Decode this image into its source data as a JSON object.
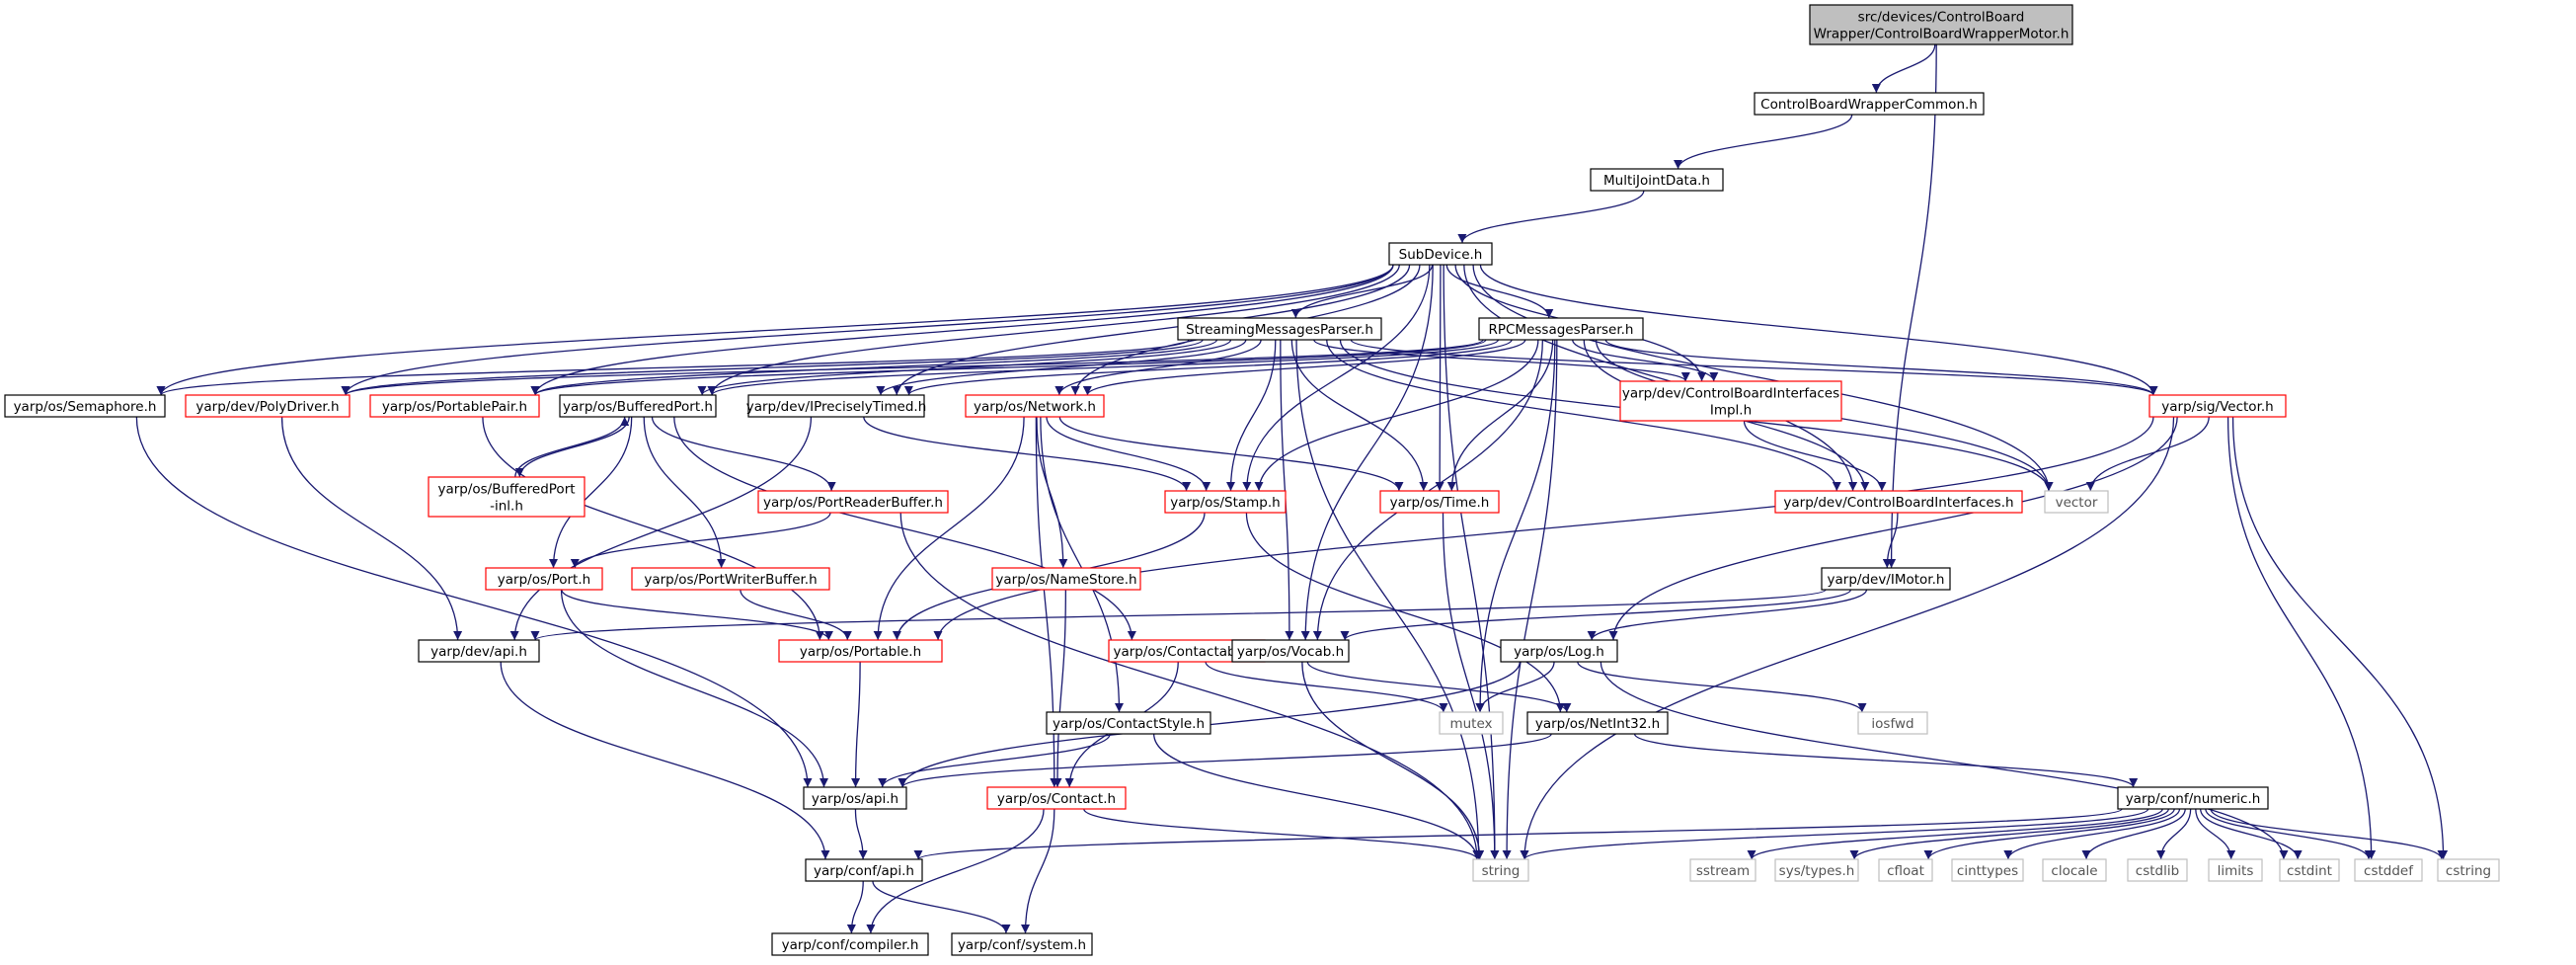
{
  "diagram": {
    "colors": {
      "background": "#ffffff",
      "edge": "#191970",
      "root_fill": "#bfbfbf",
      "normal_border": "#000000",
      "truncated_border": "#ff0000",
      "system_border": "#bfbfbf",
      "text": "#000000"
    },
    "nodes": [
      {
        "id": "root",
        "lines": [
          "src/devices/ControlBoard",
          "Wrapper/ControlBoardWrapperMotor.h"
        ],
        "kind": "root"
      },
      {
        "id": "cbwc",
        "lines": [
          "ControlBoardWrapperCommon.h"
        ],
        "kind": "normal"
      },
      {
        "id": "mjd",
        "lines": [
          "MultiJointData.h"
        ],
        "kind": "normal"
      },
      {
        "id": "subdev",
        "lines": [
          "SubDevice.h"
        ],
        "kind": "normal"
      },
      {
        "id": "smp",
        "lines": [
          "StreamingMessagesParser.h"
        ],
        "kind": "normal"
      },
      {
        "id": "rpcmp",
        "lines": [
          "RPCMessagesParser.h"
        ],
        "kind": "normal"
      },
      {
        "id": "sem",
        "lines": [
          "yarp/os/Semaphore.h"
        ],
        "kind": "normal"
      },
      {
        "id": "poly",
        "lines": [
          "yarp/dev/PolyDriver.h"
        ],
        "kind": "truncated"
      },
      {
        "id": "ppair",
        "lines": [
          "yarp/os/PortablePair.h"
        ],
        "kind": "truncated"
      },
      {
        "id": "bport",
        "lines": [
          "yarp/os/BufferedPort.h"
        ],
        "kind": "normal"
      },
      {
        "id": "ipt",
        "lines": [
          "yarp/dev/IPreciselyTimed.h"
        ],
        "kind": "normal"
      },
      {
        "id": "net",
        "lines": [
          "yarp/os/Network.h"
        ],
        "kind": "truncated"
      },
      {
        "id": "cbii",
        "lines": [
          "yarp/dev/ControlBoardInterfaces",
          "Impl.h"
        ],
        "kind": "truncated"
      },
      {
        "id": "svec",
        "lines": [
          "yarp/sig/Vector.h"
        ],
        "kind": "truncated"
      },
      {
        "id": "bpinl",
        "lines": [
          "yarp/os/BufferedPort",
          "-inl.h"
        ],
        "kind": "truncated"
      },
      {
        "id": "prb",
        "lines": [
          "yarp/os/PortReaderBuffer.h"
        ],
        "kind": "truncated"
      },
      {
        "id": "stamp",
        "lines": [
          "yarp/os/Stamp.h"
        ],
        "kind": "truncated"
      },
      {
        "id": "time",
        "lines": [
          "yarp/os/Time.h"
        ],
        "kind": "truncated"
      },
      {
        "id": "cbi",
        "lines": [
          "yarp/dev/ControlBoardInterfaces.h"
        ],
        "kind": "truncated"
      },
      {
        "id": "vector",
        "lines": [
          "vector"
        ],
        "kind": "system"
      },
      {
        "id": "port",
        "lines": [
          "yarp/os/Port.h"
        ],
        "kind": "truncated"
      },
      {
        "id": "pwb",
        "lines": [
          "yarp/os/PortWriterBuffer.h"
        ],
        "kind": "truncated"
      },
      {
        "id": "nstore",
        "lines": [
          "yarp/os/NameStore.h"
        ],
        "kind": "truncated"
      },
      {
        "id": "imotor",
        "lines": [
          "yarp/dev/IMotor.h"
        ],
        "kind": "normal"
      },
      {
        "id": "devapi",
        "lines": [
          "yarp/dev/api.h"
        ],
        "kind": "normal"
      },
      {
        "id": "portable",
        "lines": [
          "yarp/os/Portable.h"
        ],
        "kind": "truncated"
      },
      {
        "id": "ctable",
        "lines": [
          "yarp/os/Contactable.h"
        ],
        "kind": "truncated"
      },
      {
        "id": "vocab",
        "lines": [
          "yarp/os/Vocab.h"
        ],
        "kind": "normal"
      },
      {
        "id": "log",
        "lines": [
          "yarp/os/Log.h"
        ],
        "kind": "normal"
      },
      {
        "id": "mutex",
        "lines": [
          "mutex"
        ],
        "kind": "system"
      },
      {
        "id": "iosfwd",
        "lines": [
          "iosfwd"
        ],
        "kind": "system"
      },
      {
        "id": "cstyle",
        "lines": [
          "yarp/os/ContactStyle.h"
        ],
        "kind": "normal"
      },
      {
        "id": "netint",
        "lines": [
          "yarp/os/NetInt32.h"
        ],
        "kind": "normal"
      },
      {
        "id": "osapi",
        "lines": [
          "yarp/os/api.h"
        ],
        "kind": "normal"
      },
      {
        "id": "contact",
        "lines": [
          "yarp/os/Contact.h"
        ],
        "kind": "truncated"
      },
      {
        "id": "numeric",
        "lines": [
          "yarp/conf/numeric.h"
        ],
        "kind": "normal"
      },
      {
        "id": "confapi",
        "lines": [
          "yarp/conf/api.h"
        ],
        "kind": "normal"
      },
      {
        "id": "string",
        "lines": [
          "string"
        ],
        "kind": "system"
      },
      {
        "id": "sstream",
        "lines": [
          "sstream"
        ],
        "kind": "system"
      },
      {
        "id": "systypes",
        "lines": [
          "sys/types.h"
        ],
        "kind": "system"
      },
      {
        "id": "cfloat",
        "lines": [
          "cfloat"
        ],
        "kind": "system"
      },
      {
        "id": "cinttypes",
        "lines": [
          "cinttypes"
        ],
        "kind": "system"
      },
      {
        "id": "clocale",
        "lines": [
          "clocale"
        ],
        "kind": "system"
      },
      {
        "id": "cstdlib",
        "lines": [
          "cstdlib"
        ],
        "kind": "system"
      },
      {
        "id": "limits",
        "lines": [
          "limits"
        ],
        "kind": "system"
      },
      {
        "id": "cstdint",
        "lines": [
          "cstdint"
        ],
        "kind": "system"
      },
      {
        "id": "cstddef",
        "lines": [
          "cstddef"
        ],
        "kind": "system"
      },
      {
        "id": "cstring",
        "lines": [
          "cstring"
        ],
        "kind": "system"
      },
      {
        "id": "compiler",
        "lines": [
          "yarp/conf/compiler.h"
        ],
        "kind": "normal"
      },
      {
        "id": "system",
        "lines": [
          "yarp/conf/system.h"
        ],
        "kind": "normal"
      }
    ],
    "edges": [
      [
        "root",
        "cbwc"
      ],
      [
        "root",
        "imotor"
      ],
      [
        "cbwc",
        "mjd"
      ],
      [
        "mjd",
        "subdev"
      ],
      [
        "subdev",
        "smp"
      ],
      [
        "subdev",
        "rpcmp"
      ],
      [
        "subdev",
        "sem"
      ],
      [
        "subdev",
        "poly"
      ],
      [
        "subdev",
        "ppair"
      ],
      [
        "subdev",
        "bport"
      ],
      [
        "subdev",
        "ipt"
      ],
      [
        "subdev",
        "net"
      ],
      [
        "subdev",
        "cbii"
      ],
      [
        "subdev",
        "svec"
      ],
      [
        "subdev",
        "stamp"
      ],
      [
        "subdev",
        "time"
      ],
      [
        "subdev",
        "cbi"
      ],
      [
        "subdev",
        "vector"
      ],
      [
        "subdev",
        "vocab"
      ],
      [
        "subdev",
        "string"
      ],
      [
        "smp",
        "sem"
      ],
      [
        "smp",
        "poly"
      ],
      [
        "smp",
        "ppair"
      ],
      [
        "smp",
        "bport"
      ],
      [
        "smp",
        "ipt"
      ],
      [
        "smp",
        "net"
      ],
      [
        "smp",
        "cbii"
      ],
      [
        "smp",
        "svec"
      ],
      [
        "smp",
        "stamp"
      ],
      [
        "smp",
        "time"
      ],
      [
        "smp",
        "cbi"
      ],
      [
        "smp",
        "vector"
      ],
      [
        "smp",
        "vocab"
      ],
      [
        "smp",
        "string"
      ],
      [
        "rpcmp",
        "poly"
      ],
      [
        "rpcmp",
        "ppair"
      ],
      [
        "rpcmp",
        "bport"
      ],
      [
        "rpcmp",
        "ipt"
      ],
      [
        "rpcmp",
        "net"
      ],
      [
        "rpcmp",
        "cbii"
      ],
      [
        "rpcmp",
        "svec"
      ],
      [
        "rpcmp",
        "stamp"
      ],
      [
        "rpcmp",
        "time"
      ],
      [
        "rpcmp",
        "cbi"
      ],
      [
        "rpcmp",
        "vector"
      ],
      [
        "rpcmp",
        "vocab"
      ],
      [
        "rpcmp",
        "mutex"
      ],
      [
        "rpcmp",
        "string"
      ],
      [
        "sem",
        "osapi"
      ],
      [
        "poly",
        "devapi"
      ],
      [
        "ppair",
        "portable"
      ],
      [
        "bport",
        "bpinl"
      ],
      [
        "bpinl",
        "bport"
      ],
      [
        "bport",
        "prb"
      ],
      [
        "bport",
        "pwb"
      ],
      [
        "bport",
        "port"
      ],
      [
        "bport",
        "ctable"
      ],
      [
        "ipt",
        "stamp"
      ],
      [
        "ipt",
        "devapi"
      ],
      [
        "net",
        "stamp"
      ],
      [
        "net",
        "time"
      ],
      [
        "net",
        "portable"
      ],
      [
        "net",
        "nstore"
      ],
      [
        "net",
        "contact"
      ],
      [
        "net",
        "cstyle"
      ],
      [
        "cbii",
        "cbi"
      ],
      [
        "cbi",
        "imotor"
      ],
      [
        "svec",
        "vector"
      ],
      [
        "svec",
        "portable"
      ],
      [
        "svec",
        "log"
      ],
      [
        "svec",
        "cstddef"
      ],
      [
        "svec",
        "cstring"
      ],
      [
        "svec",
        "string"
      ],
      [
        "prb",
        "port"
      ],
      [
        "prb",
        "string"
      ],
      [
        "stamp",
        "portable"
      ],
      [
        "stamp",
        "netint"
      ],
      [
        "time",
        "string"
      ],
      [
        "port",
        "portable"
      ],
      [
        "port",
        "osapi"
      ],
      [
        "pwb",
        "portable"
      ],
      [
        "nstore",
        "contact"
      ],
      [
        "imotor",
        "devapi"
      ],
      [
        "imotor",
        "vocab"
      ],
      [
        "imotor",
        "log"
      ],
      [
        "devapi",
        "confapi"
      ],
      [
        "portable",
        "osapi"
      ],
      [
        "ctable",
        "mutex"
      ],
      [
        "ctable",
        "contact"
      ],
      [
        "vocab",
        "netint"
      ],
      [
        "vocab",
        "string"
      ],
      [
        "log",
        "mutex"
      ],
      [
        "log",
        "iosfwd"
      ],
      [
        "log",
        "osapi"
      ],
      [
        "log",
        "cstdint"
      ],
      [
        "cstyle",
        "osapi"
      ],
      [
        "cstyle",
        "string"
      ],
      [
        "netint",
        "numeric"
      ],
      [
        "netint",
        "osapi"
      ],
      [
        "osapi",
        "confapi"
      ],
      [
        "contact",
        "string"
      ],
      [
        "contact",
        "compiler"
      ],
      [
        "contact",
        "system"
      ],
      [
        "numeric",
        "confapi"
      ],
      [
        "numeric",
        "string"
      ],
      [
        "numeric",
        "sstream"
      ],
      [
        "numeric",
        "systypes"
      ],
      [
        "numeric",
        "cfloat"
      ],
      [
        "numeric",
        "cinttypes"
      ],
      [
        "numeric",
        "clocale"
      ],
      [
        "numeric",
        "cstdlib"
      ],
      [
        "numeric",
        "limits"
      ],
      [
        "numeric",
        "cstdint"
      ],
      [
        "numeric",
        "cstddef"
      ],
      [
        "numeric",
        "cstring"
      ],
      [
        "confapi",
        "compiler"
      ],
      [
        "confapi",
        "system"
      ]
    ]
  }
}
